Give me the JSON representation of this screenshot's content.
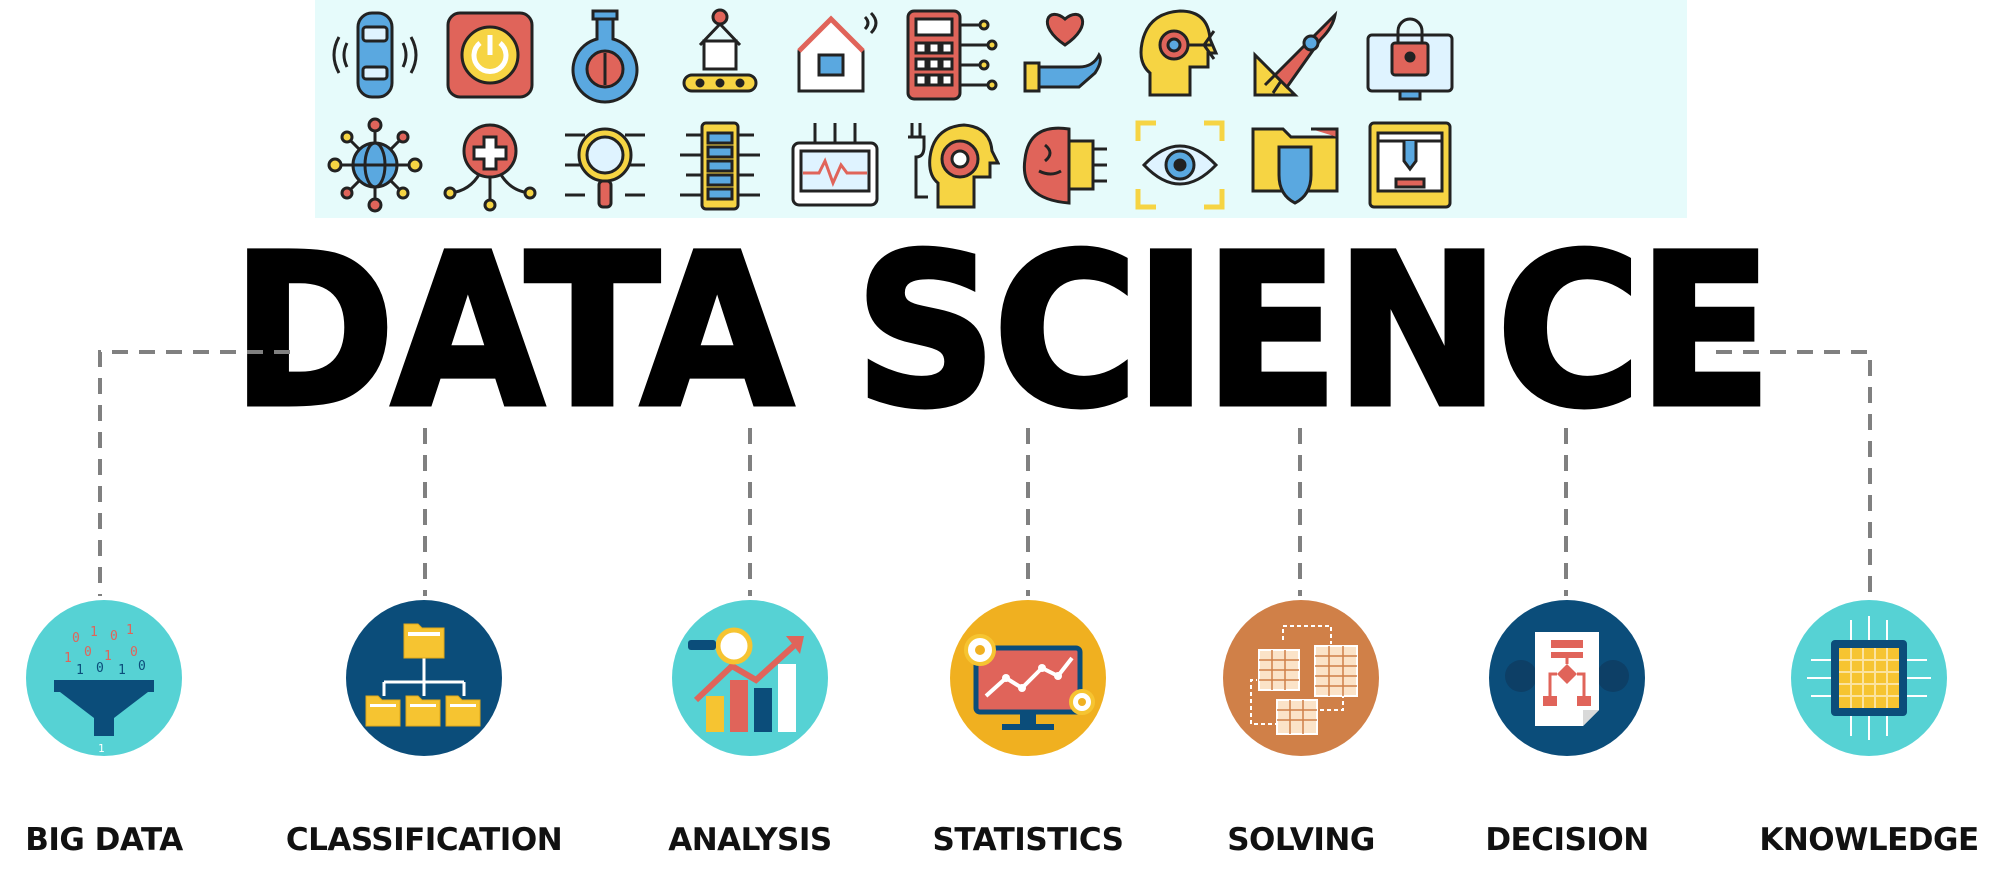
{
  "title": "DATA SCIENCE",
  "colors": {
    "band_background": "#e6fbfb",
    "teal": "#56d2d4",
    "navy": "#0b4d7a",
    "orange": "#f0b020",
    "terracotta": "#d08048",
    "red": "#e0645a",
    "yellow": "#f6d443",
    "blue": "#5aa8e0",
    "connector": "#808080"
  },
  "band_icons": [
    "self-driving-car-icon",
    "power-button-icon",
    "brain-flask-icon",
    "robotic-arm-icon",
    "smart-home-icon",
    "calculator-circuit-icon",
    "robot-hand-heart-icon",
    "ai-head-icon",
    "rocket-icon",
    "secure-monitor-icon",
    "global-network-icon",
    "medical-network-icon",
    "magnifier-network-icon",
    "battery-chip-icon",
    "heart-monitor-icon",
    "head-gear-icon",
    "brain-chip-icon",
    "eye-scan-icon",
    "shield-folder-icon",
    "3d-printer-icon"
  ],
  "categories": [
    {
      "label": "BIG DATA",
      "icon": "funnel-data-icon",
      "color": "#56d2d4"
    },
    {
      "label": "CLASSIFICATION",
      "icon": "folder-hierarchy-icon",
      "color": "#0b4d7a"
    },
    {
      "label": "ANALYSIS",
      "icon": "bar-chart-magnifier-icon",
      "color": "#56d2d4"
    },
    {
      "label": "STATISTICS",
      "icon": "monitor-graph-icon",
      "color": "#f0b020"
    },
    {
      "label": "SOLVING",
      "icon": "table-flow-icon",
      "color": "#d08048"
    },
    {
      "label": "DECISION",
      "icon": "flowchart-document-icon",
      "color": "#0b4d7a"
    },
    {
      "label": "KNOWLEDGE",
      "icon": "cpu-chip-icon",
      "color": "#56d2d4"
    }
  ]
}
